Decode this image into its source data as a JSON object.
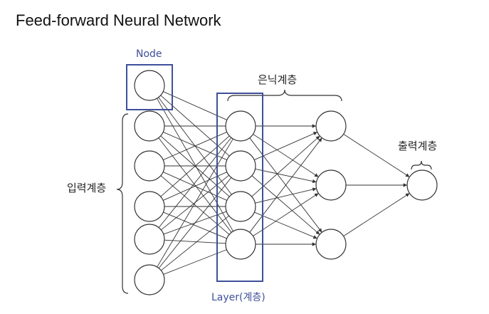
{
  "title": "Feed-forward Neural Network",
  "labels": {
    "node": "Node",
    "hidden_layers": "은닉계층",
    "output_layer": "출력계층",
    "input_layer": "입력계층",
    "layer": "Layer(계층)"
  },
  "network": {
    "layer_sizes": [
      6,
      4,
      3,
      1
    ]
  },
  "colors": {
    "highlight": "#3f4f9a",
    "stroke": "#333333",
    "text": "#222222"
  }
}
